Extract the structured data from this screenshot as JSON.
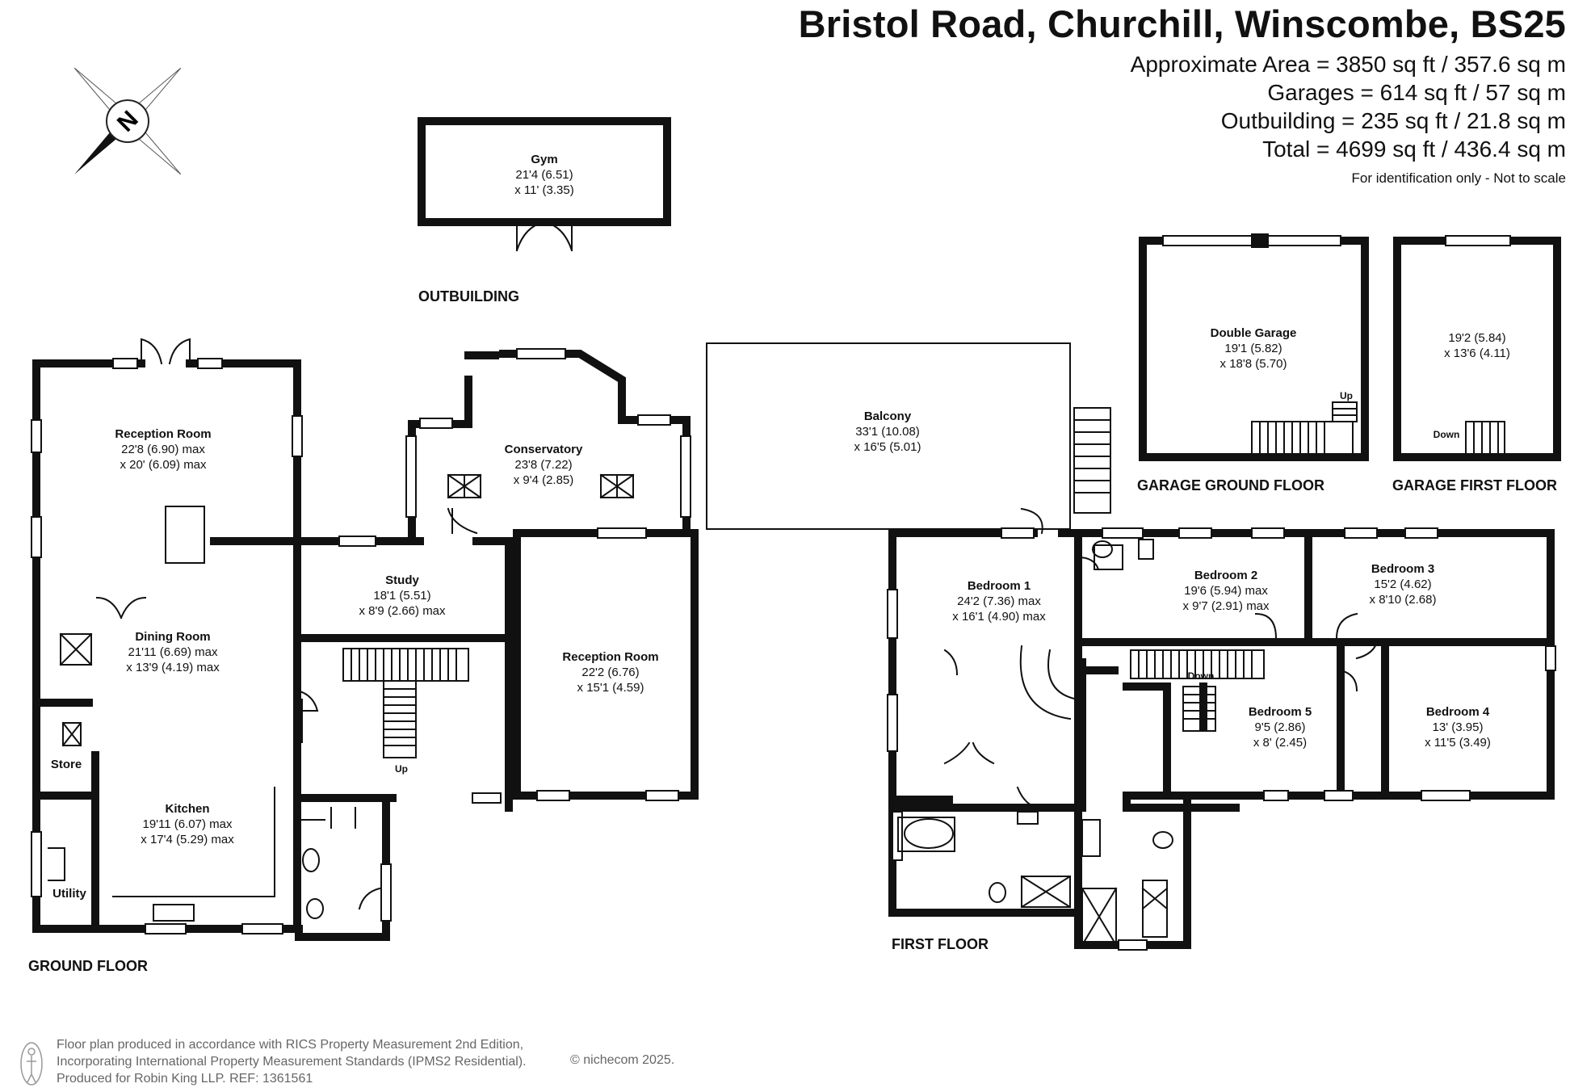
{
  "header": {
    "address": "Bristol Road, Churchill, Winscombe, BS25",
    "areas": [
      "Approximate Area = 3850 sq ft / 357.6 sq m",
      "Garages = 614 sq ft / 57 sq m",
      "Outbuilding = 235 sq ft / 21.8 sq m",
      "Total = 4699 sq ft / 436.4 sq m"
    ],
    "note": "For identification only - Not to scale"
  },
  "compass": {
    "letter": "N"
  },
  "floors": {
    "outbuilding": "OUTBUILDING",
    "ground": "GROUND FLOOR",
    "first": "FIRST FLOOR",
    "garage_ground": "GARAGE GROUND FLOOR",
    "garage_first": "GARAGE FIRST FLOOR"
  },
  "rooms": {
    "gym": {
      "name": "Gym",
      "dim1": "21'4 (6.51)",
      "dim2": "x 11' (3.35)"
    },
    "reception1": {
      "name": "Reception Room",
      "dim1": "22'8 (6.90) max",
      "dim2": "x 20' (6.09) max"
    },
    "conservatory": {
      "name": "Conservatory",
      "dim1": "23'8 (7.22)",
      "dim2": "x 9'4 (2.85)"
    },
    "study": {
      "name": "Study",
      "dim1": "18'1 (5.51)",
      "dim2": "x 8'9 (2.66) max"
    },
    "dining": {
      "name": "Dining Room",
      "dim1": "21'11 (6.69) max",
      "dim2": "x 13'9 (4.19) max"
    },
    "reception2": {
      "name": "Reception Room",
      "dim1": "22'2 (6.76)",
      "dim2": "x 15'1 (4.59)"
    },
    "kitchen": {
      "name": "Kitchen",
      "dim1": "19'11 (6.07) max",
      "dim2": "x 17'4 (5.29) max"
    },
    "store": {
      "name": "Store"
    },
    "utility": {
      "name": "Utility"
    },
    "balcony": {
      "name": "Balcony",
      "dim1": "33'1 (10.08)",
      "dim2": "x 16'5 (5.01)"
    },
    "bedroom1": {
      "name": "Bedroom 1",
      "dim1": "24'2 (7.36) max",
      "dim2": "x 16'1 (4.90) max"
    },
    "bedroom2": {
      "name": "Bedroom 2",
      "dim1": "19'6 (5.94) max",
      "dim2": "x 9'7 (2.91) max"
    },
    "bedroom3": {
      "name": "Bedroom 3",
      "dim1": "15'2 (4.62)",
      "dim2": "x 8'10 (2.68)"
    },
    "bedroom4": {
      "name": "Bedroom 4",
      "dim1": "13' (3.95)",
      "dim2": "x 11'5 (3.49)"
    },
    "bedroom5": {
      "name": "Bedroom 5",
      "dim1": "9'5 (2.86)",
      "dim2": "x 8' (2.45)"
    },
    "garage": {
      "name": "Double Garage",
      "dim1": "19'1 (5.82)",
      "dim2": "x 18'8 (5.70)"
    },
    "garage_first": {
      "dim1": "19'2 (5.84)",
      "dim2": "x 13'6 (4.11)"
    }
  },
  "stairs": {
    "up_ground": "Up",
    "down_first": "Down",
    "up_garage": "Up",
    "down_garage": "Down"
  },
  "footer": {
    "lines": [
      "Floor plan produced in accordance with RICS Property Measurement 2nd Edition,",
      "Incorporating International Property Measurement Standards (IPMS2 Residential).",
      "Produced for Robin King LLP.   REF: 1361561"
    ],
    "copyright": "© nichecom 2025."
  }
}
